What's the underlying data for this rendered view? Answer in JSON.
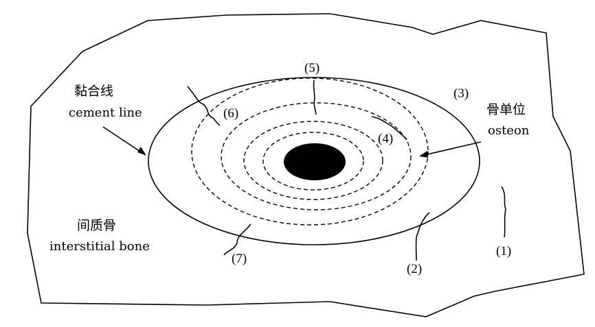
{
  "labels": {
    "cement_line_zh": "黏合线",
    "cement_line_en": "cement line",
    "osteon_zh": "骨单位",
    "osteon_en": "osteon",
    "interstitial_zh": "间质骨",
    "interstitial_en": "interstitial bone"
  },
  "numbers": [
    "(1)",
    "(2)",
    "(3)",
    "(4)",
    "(5)",
    "(6)",
    "(7)"
  ]
}
